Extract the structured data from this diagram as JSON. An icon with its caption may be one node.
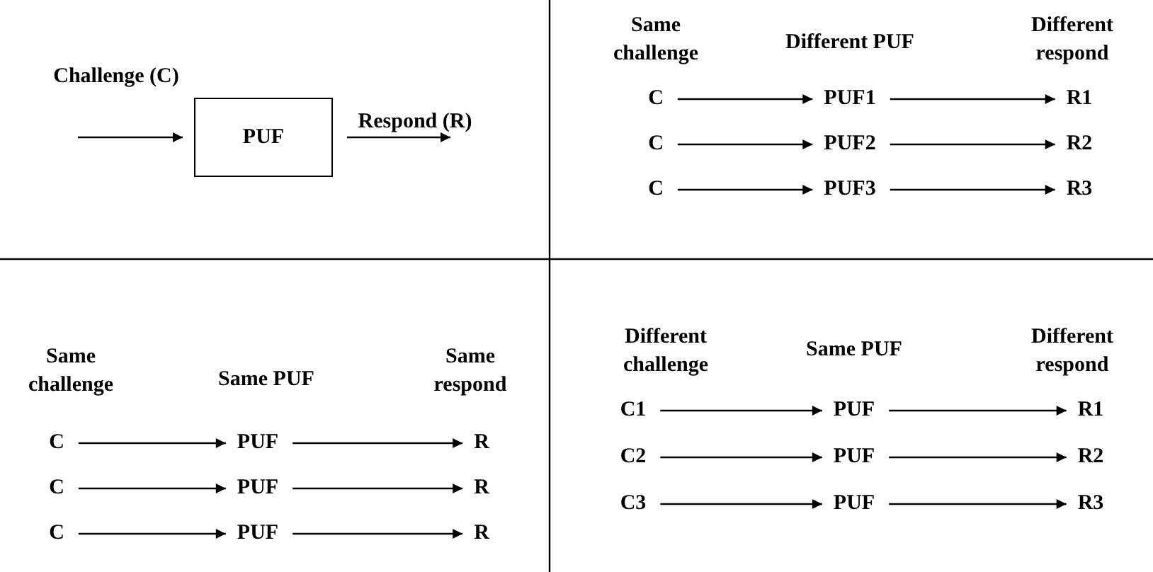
{
  "diagram": {
    "nodes": [
      {
        "text": [
          "PUF"
        ]
      },
      {
        "text": [
          "C"
        ]
      },
      {
        "text": [
          "PUF1"
        ]
      },
      {
        "text": [
          "R1"
        ]
      },
      {
        "text": [
          "C"
        ]
      },
      {
        "text": [
          "PUF2"
        ]
      },
      {
        "text": [
          "R2"
        ]
      },
      {
        "text": [
          "C"
        ]
      },
      {
        "text": [
          "PUF3"
        ]
      },
      {
        "text": [
          "R3"
        ]
      },
      {
        "text": [
          "C"
        ]
      },
      {
        "text": [
          "PUF"
        ]
      },
      {
        "text": [
          "R"
        ]
      },
      {
        "text": [
          "C"
        ]
      },
      {
        "text": [
          "PUF"
        ]
      },
      {
        "text": [
          "R"
        ]
      },
      {
        "text": [
          "C"
        ]
      },
      {
        "text": [
          "PUF"
        ]
      },
      {
        "text": [
          "R"
        ]
      },
      {
        "text": [
          "C1"
        ]
      },
      {
        "text": [
          "PUF"
        ]
      },
      {
        "text": [
          "R1"
        ]
      },
      {
        "text": [
          "C2"
        ]
      },
      {
        "text": [
          "PUF"
        ]
      },
      {
        "text": [
          "R2"
        ]
      },
      {
        "text": [
          "C3"
        ]
      },
      {
        "text": [
          "PUF"
        ]
      },
      {
        "text": [
          "R3"
        ]
      }
    ],
    "edges": [
      {
        "from": null,
        "to": 0,
        "arrow": "to",
        "label": "Challenge (C)"
      },
      {
        "from": 0,
        "to": null,
        "arrow": "to",
        "label": "Respond (R)"
      },
      {
        "from": 1,
        "to": 2,
        "arrow": "to"
      },
      {
        "from": 2,
        "to": 3,
        "arrow": "to"
      },
      {
        "from": 4,
        "to": 5,
        "arrow": "to"
      },
      {
        "from": 5,
        "to": 6,
        "arrow": "to"
      },
      {
        "from": 7,
        "to": 8,
        "arrow": "to"
      },
      {
        "from": 8,
        "to": 9,
        "arrow": "to"
      },
      {
        "from": 10,
        "to": 11,
        "arrow": "to"
      },
      {
        "from": 11,
        "to": 12,
        "arrow": "to"
      },
      {
        "from": 13,
        "to": 14,
        "arrow": "to"
      },
      {
        "from": 14,
        "to": 15,
        "arrow": "to"
      },
      {
        "from": 16,
        "to": 17,
        "arrow": "to"
      },
      {
        "from": 17,
        "to": 18,
        "arrow": "to"
      },
      {
        "from": 19,
        "to": 20,
        "arrow": "to"
      },
      {
        "from": 20,
        "to": 21,
        "arrow": "to"
      },
      {
        "from": 22,
        "to": 23,
        "arrow": "to"
      },
      {
        "from": 23,
        "to": 24,
        "arrow": "to"
      },
      {
        "from": 25,
        "to": 26,
        "arrow": "to"
      },
      {
        "from": 26,
        "to": 27,
        "arrow": "to"
      }
    ],
    "labels": [
      "Same challenge",
      "Different PUF",
      "Different respond",
      "Same challenge",
      "Same PUF",
      "Same respond",
      "Different challenge",
      "Same PUF",
      "Different respond"
    ]
  }
}
